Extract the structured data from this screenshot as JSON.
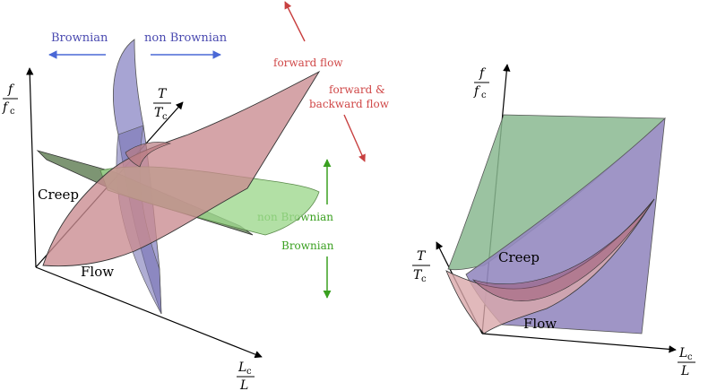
{
  "colors": {
    "blue_arrow": "#4a68d6",
    "blue_text": "#4a4ab0",
    "red_text": "#d04848",
    "red_arrow": "#c84040",
    "green": "#3aa020",
    "pink_surface": "#c98a8f",
    "green_surface": "#9fd88f",
    "purple_surface": "#8a86c4",
    "dark_green_surface": "#5c7a50",
    "right_green_surface": "#8ab890",
    "right_purple_surface": "#958ac0",
    "right_pink_surface": "#d9a8aa"
  },
  "left_panel": {
    "label_brownian": "Brownian",
    "label_non_brownian": "non Brownian",
    "label_forward_flow": "forward flow",
    "label_forward_backward_line1": "forward &",
    "label_forward_backward_line2": "backward flow",
    "label_non_brownian_green": "non Brownian",
    "label_brownian_green": "Brownian",
    "label_creep": "Creep",
    "label_flow": "Flow",
    "axis_f_num": "f",
    "axis_f_den": "f",
    "axis_f_den_sub": "c",
    "axis_T_num": "T",
    "axis_T_den": "T",
    "axis_T_den_sub": "c",
    "axis_L_num": "L",
    "axis_L_num_sub": "c",
    "axis_L_den": "L"
  },
  "right_panel": {
    "label_creep": "Creep",
    "label_flow": "Flow",
    "axis_f_num": "f",
    "axis_f_den": "f",
    "axis_f_den_sub": "c",
    "axis_T_num": "T",
    "axis_T_den": "T",
    "axis_T_den_sub": "c",
    "axis_L_num": "L",
    "axis_L_num_sub": "c",
    "axis_L_den": "L"
  }
}
